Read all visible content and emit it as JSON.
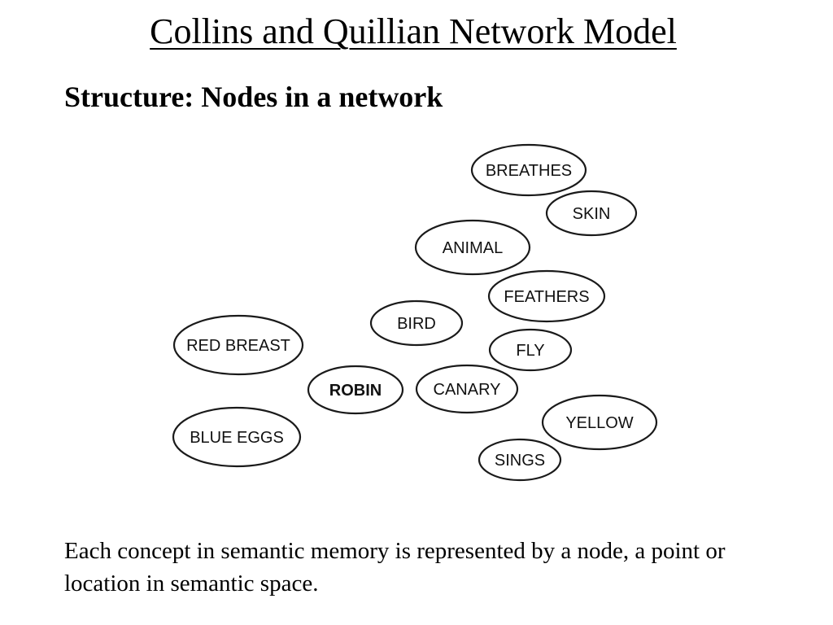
{
  "slide": {
    "title": "Collins and Quillian Network Model",
    "subtitle": "Structure: Nodes in a network",
    "caption": "Each concept in semantic memory is represented by a node, a point or location in semantic space."
  },
  "diagram": {
    "nodes": [
      {
        "id": "breathes",
        "label": "BREATHES"
      },
      {
        "id": "skin",
        "label": "SKIN"
      },
      {
        "id": "animal",
        "label": "ANIMAL"
      },
      {
        "id": "feathers",
        "label": "FEATHERS"
      },
      {
        "id": "bird",
        "label": "BIRD"
      },
      {
        "id": "fly",
        "label": "FLY"
      },
      {
        "id": "red-breast",
        "label": "RED BREAST"
      },
      {
        "id": "robin",
        "label": "ROBIN"
      },
      {
        "id": "canary",
        "label": "CANARY"
      },
      {
        "id": "yellow",
        "label": "YELLOW"
      },
      {
        "id": "blue-eggs",
        "label": "BLUE EGGS"
      },
      {
        "id": "sings",
        "label": "SINGS"
      }
    ]
  }
}
